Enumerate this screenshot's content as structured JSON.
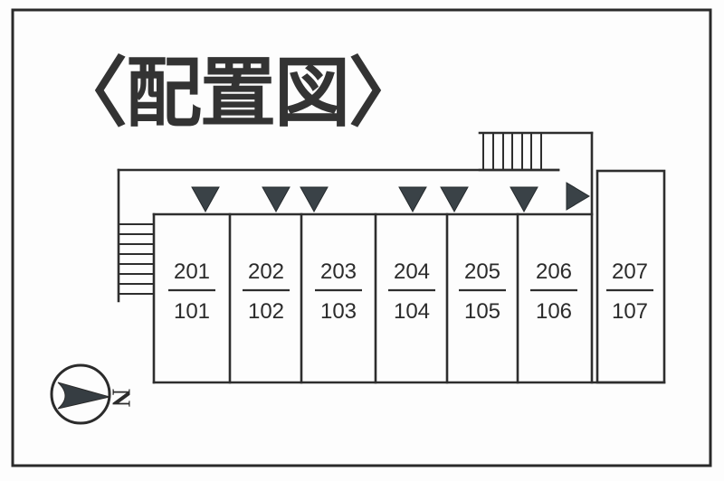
{
  "title": "〈配置図〉",
  "diagram": {
    "units": [
      {
        "upper": "201",
        "lower": "101"
      },
      {
        "upper": "202",
        "lower": "102"
      },
      {
        "upper": "203",
        "lower": "103"
      },
      {
        "upper": "204",
        "lower": "104"
      },
      {
        "upper": "205",
        "lower": "105"
      },
      {
        "upper": "206",
        "lower": "106"
      },
      {
        "upper": "207",
        "lower": "107"
      }
    ],
    "entrance_markers": {
      "icon": "down-triangle",
      "count": 6
    },
    "direction_marker": {
      "icon": "right-triangle",
      "count": 1
    },
    "staircases": {
      "top_right": "staircase-icon",
      "left": "staircase-icon"
    }
  },
  "compass": {
    "label": "N",
    "icon": "north-arrow",
    "orientation": "pointing-right"
  },
  "colors": {
    "line": "#2e2e2e",
    "marker_fill": "#3a4247",
    "text": "#2b2b2b",
    "background": "#fdfdfd"
  }
}
